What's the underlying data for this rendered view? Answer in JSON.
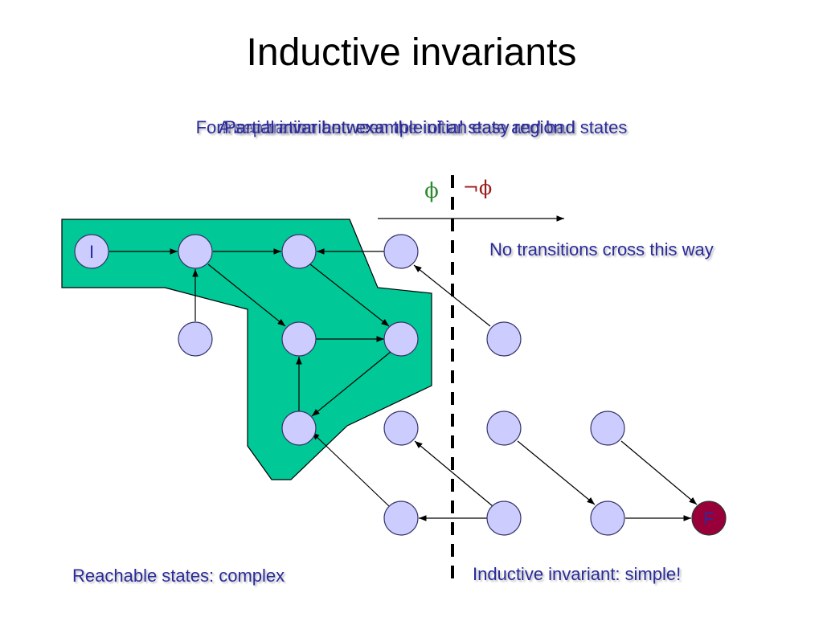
{
  "title": "Inductive invariants",
  "subtitle_layers": [
    "Forms a barrier between the initial state and bad states",
    "A separation between the initial state and bad",
    "Partial invariant: example of an easy region"
  ],
  "annotations": {
    "phi": "ϕ",
    "not_phi": "¬ϕ",
    "no_cross": "No transitions cross this way",
    "reachable": "Reachable states: complex",
    "inductive": "Inductive invariant: simple!"
  },
  "node_labels": {
    "initial": "I",
    "final": "F"
  },
  "colors": {
    "region": "#00c896",
    "node_fill": "#ccccff",
    "bad_node": "#99003a",
    "text_blue": "#2a2a9a",
    "phi_green": "#2b8a2b",
    "not_phi_red": "#9a1a1a"
  }
}
